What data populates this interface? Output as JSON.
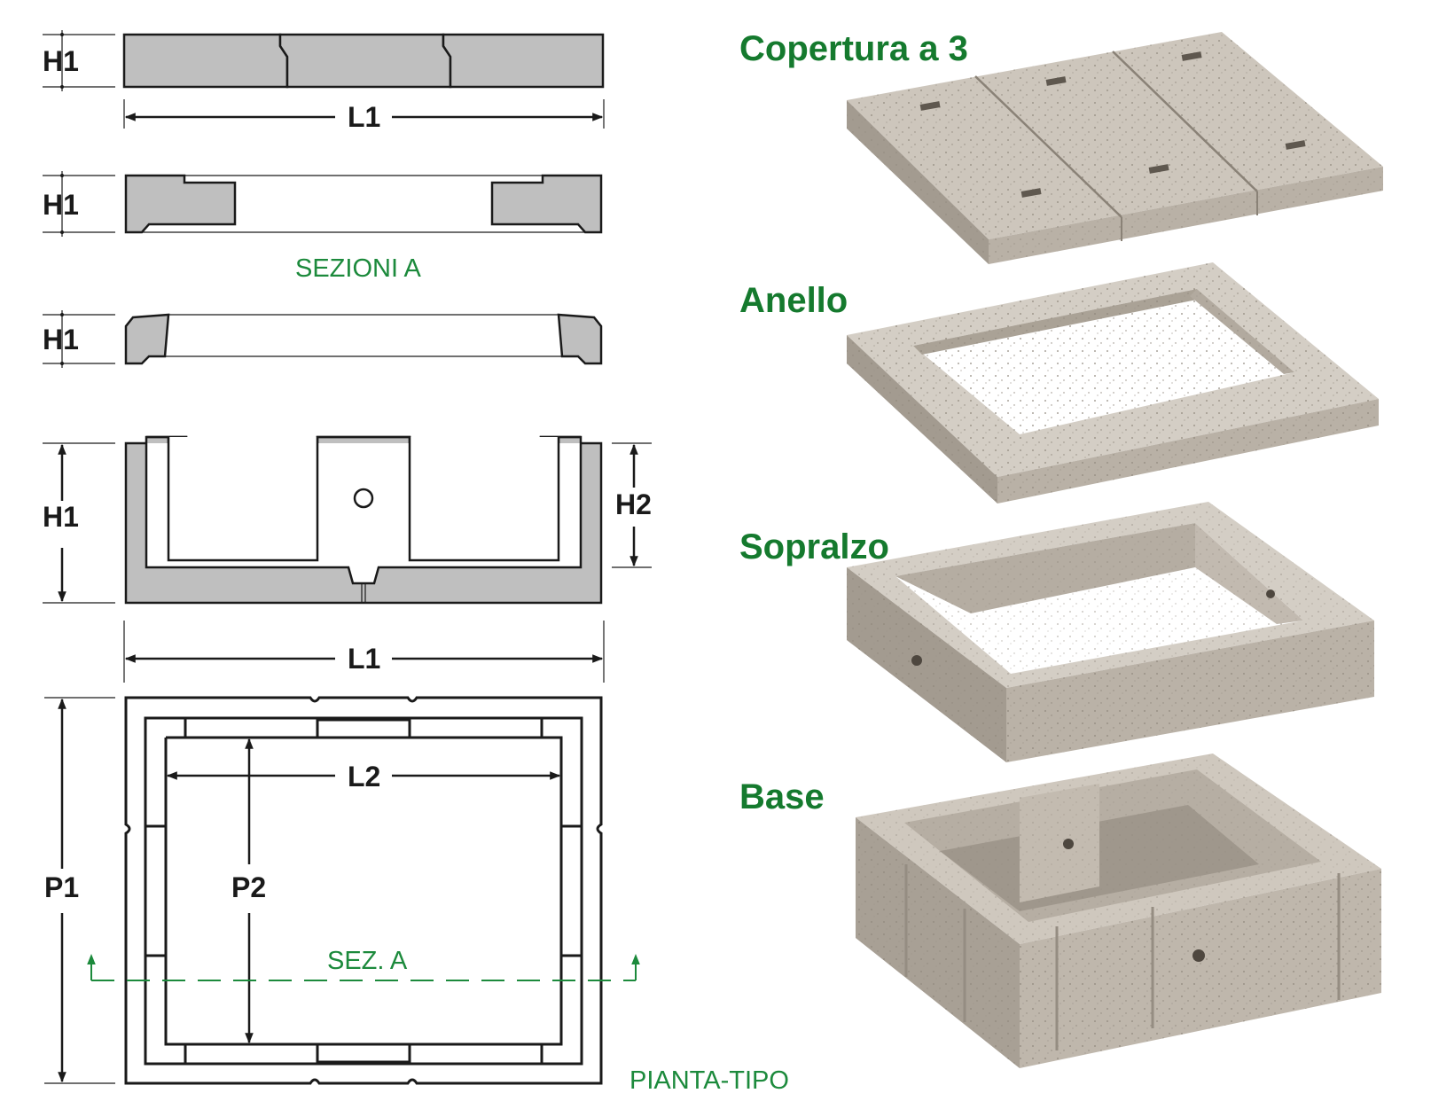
{
  "dimensions": {
    "h1": "H1",
    "h2": "H2",
    "l1": "L1",
    "l2": "L2",
    "p1": "P1",
    "p2": "P2"
  },
  "captions": {
    "sezioni": "SEZIONI A",
    "sez_a": "SEZ. A",
    "pianta": "PIANTA-TIPO"
  },
  "components": {
    "copertura": "Copertura a 3",
    "anello": "Anello",
    "sopralzo": "Sopralzo",
    "base": "Base"
  },
  "colors": {
    "section_fill": "#bfbfbf",
    "green_text": "#157a2e",
    "green_section_line": "#1c8a3c",
    "concrete_light": "#cdc6bc",
    "concrete_mid": "#b9b1a6",
    "concrete_dark": "#a39b90"
  }
}
